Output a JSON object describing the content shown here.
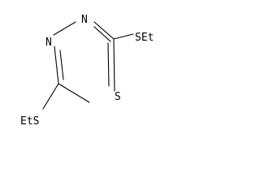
{
  "molecule": {
    "atoms": {
      "n_top": "N",
      "n_left": "N",
      "s_ring": "S",
      "set_right": "SEt",
      "ets_left": "EtS"
    },
    "colors": {
      "bond": "#000000",
      "text": "#000000",
      "background": "#ffffff"
    }
  }
}
